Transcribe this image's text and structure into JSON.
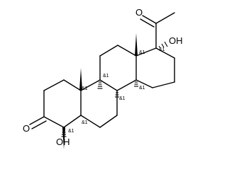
{
  "molecule": {
    "atoms": {
      "o_ketone": "O",
      "oh_5": "OH",
      "oh_17": "OH",
      "o_acetyl": "O"
    },
    "stereo_label": "&1"
  }
}
